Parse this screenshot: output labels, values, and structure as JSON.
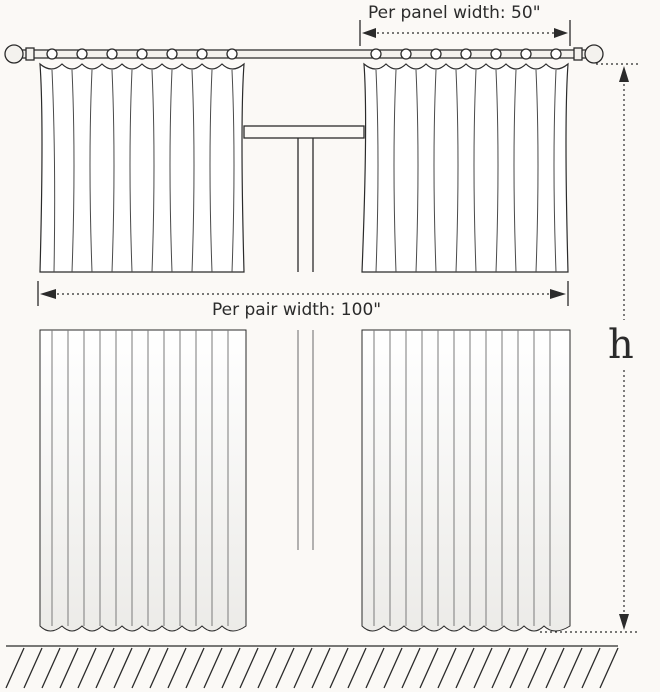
{
  "labels": {
    "panel_width": "Per panel width: 50\"",
    "pair_width": "Per pair width: 100\"",
    "height": "h"
  },
  "colors": {
    "ink": "#2b2b2b",
    "background": "#fbf9f6",
    "fabric": "#ffffff",
    "shade": "#e6e4e0"
  }
}
